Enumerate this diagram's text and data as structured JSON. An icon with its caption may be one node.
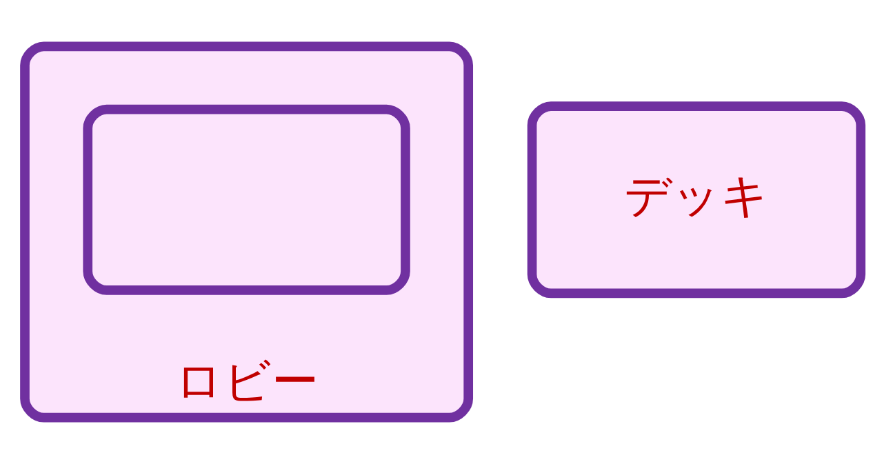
{
  "diagram": {
    "nodes": [
      {
        "text": [
          "ロビー"
        ]
      },
      {
        "text": [],
        "shape": "box",
        "in": 0
      },
      {
        "text": [
          "デッキ"
        ]
      }
    ]
  }
}
